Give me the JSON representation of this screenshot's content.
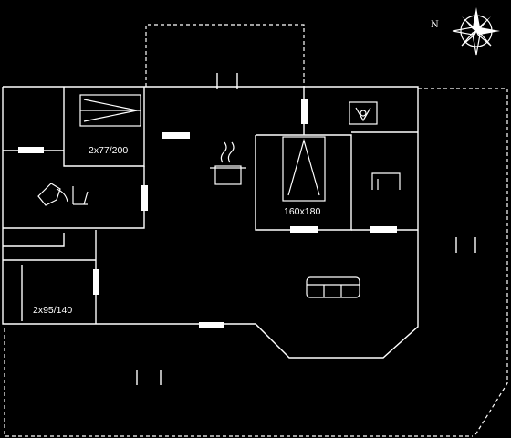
{
  "compass": {
    "label": "N"
  },
  "rooms": {
    "bunk_room": {
      "label": "2x77/200"
    },
    "master_bedroom": {
      "label": "160x180"
    },
    "small_bedroom": {
      "label": "2x95/140"
    }
  },
  "colors": {
    "background": "#000000",
    "lines": "#ffffff"
  }
}
